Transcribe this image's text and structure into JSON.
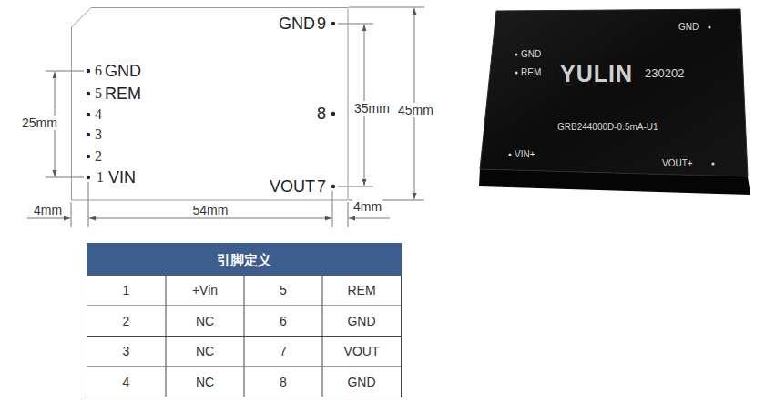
{
  "diagram": {
    "nodes": [
      {
        "text": [
          "6",
          "GND",
          "5",
          "REM",
          "4",
          "3",
          "2",
          "1",
          "VIN",
          "GND",
          "9",
          "8",
          "VOUT",
          "7"
        ]
      },
      {
        "text": [
          "GND",
          "REM",
          "YULIN",
          "230202",
          "GRB244000D-0.5mA-U1",
          "VIN+",
          "GND",
          "VOUT+"
        ]
      },
      {
        "text": [
          "引脚定义"
        ]
      }
    ],
    "labels": [
      "25mm",
      "35mm",
      "45mm",
      "4mm",
      "54mm",
      "4mm",
      "1",
      "+Vin",
      "5",
      "REM",
      "2",
      "NC",
      "6",
      "GND",
      "3",
      "NC",
      "7",
      "VOUT",
      "4",
      "NC",
      "8",
      "GND"
    ]
  }
}
